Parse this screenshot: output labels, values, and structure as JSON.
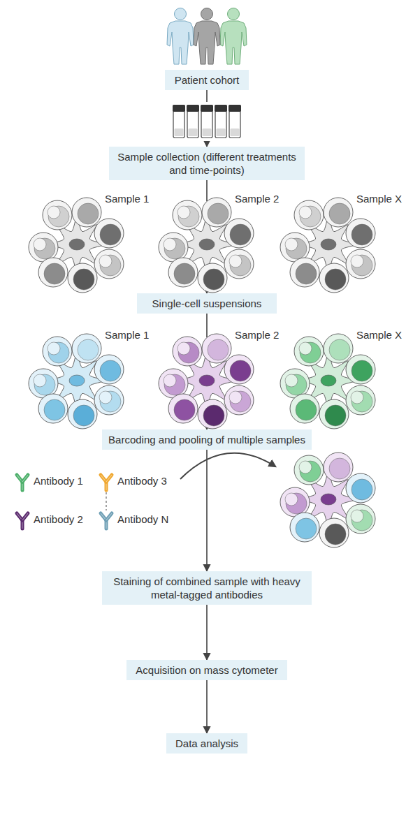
{
  "diagram": {
    "nodes": [
      {
        "text": [
          "Patient cohort"
        ]
      },
      {
        "text": [
          "Sample collection (different treatments and time-points)"
        ]
      },
      {
        "text": [
          "Single-cell suspensions"
        ]
      },
      {
        "text": [
          "Barcoding and pooling of multiple samples"
        ]
      },
      {
        "text": [
          "Staining of combined sample with heavy metal-tagged antibodies"
        ]
      },
      {
        "text": [
          "Acquisition on mass cytometer"
        ]
      },
      {
        "text": [
          "Data analysis"
        ]
      }
    ],
    "edges": [
      {
        "from": 0,
        "to": 1,
        "arrow": "to"
      },
      {
        "from": 1,
        "to": 2,
        "arrow": "to"
      },
      {
        "from": 2,
        "to": 3,
        "arrow": "to"
      },
      {
        "from": 3,
        "to": 4,
        "arrow": "to"
      },
      {
        "from": 4,
        "to": 5,
        "arrow": "to"
      },
      {
        "from": 5,
        "to": 6,
        "arrow": "to"
      }
    ],
    "labels": [
      "Sample 1",
      "Sample 2",
      "Sample X",
      "Sample 1",
      "Sample 2",
      "Sample X",
      "Antibody 1",
      "Antibody 3",
      "Antibody 2",
      "Antibody N"
    ]
  }
}
